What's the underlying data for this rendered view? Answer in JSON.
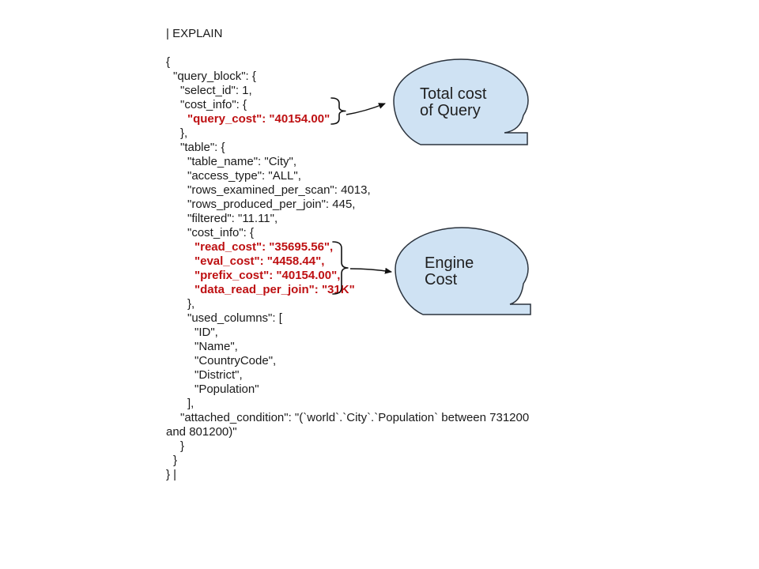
{
  "header": {
    "label": "| EXPLAIN"
  },
  "code": {
    "lines": [
      {
        "text": "{",
        "indent": 0,
        "red": false
      },
      {
        "text": "\"query_block\": {",
        "indent": 1,
        "red": false
      },
      {
        "text": "\"select_id\": 1,",
        "indent": 2,
        "red": false
      },
      {
        "text": "\"cost_info\": {",
        "indent": 2,
        "red": false
      },
      {
        "text": "\"query_cost\": \"40154.00\"",
        "indent": 3,
        "red": true
      },
      {
        "text": "},",
        "indent": 2,
        "red": false
      },
      {
        "text": "\"table\": {",
        "indent": 2,
        "red": false
      },
      {
        "text": "\"table_name\": \"City\",",
        "indent": 3,
        "red": false
      },
      {
        "text": "\"access_type\": \"ALL\",",
        "indent": 3,
        "red": false
      },
      {
        "text": "\"rows_examined_per_scan\": 4013,",
        "indent": 3,
        "red": false
      },
      {
        "text": "\"rows_produced_per_join\": 445,",
        "indent": 3,
        "red": false
      },
      {
        "text": "\"filtered\": \"11.11\",",
        "indent": 3,
        "red": false
      },
      {
        "text": "\"cost_info\": {",
        "indent": 3,
        "red": false
      },
      {
        "text": "\"read_cost\": \"35695.56\",",
        "indent": 4,
        "red": true
      },
      {
        "text": "\"eval_cost\": \"4458.44\",",
        "indent": 4,
        "red": true
      },
      {
        "text": "\"prefix_cost\": \"40154.00\",",
        "indent": 4,
        "red": true
      },
      {
        "text": "\"data_read_per_join\": \"31K\"",
        "indent": 4,
        "red": true
      },
      {
        "text": "},",
        "indent": 3,
        "red": false
      },
      {
        "text": "\"used_columns\": [",
        "indent": 3,
        "red": false
      },
      {
        "text": "\"ID\",",
        "indent": 4,
        "red": false
      },
      {
        "text": "\"Name\",",
        "indent": 4,
        "red": false
      },
      {
        "text": "\"CountryCode\",",
        "indent": 4,
        "red": false
      },
      {
        "text": "\"District\",",
        "indent": 4,
        "red": false
      },
      {
        "text": "\"Population\"",
        "indent": 4,
        "red": false
      },
      {
        "text": "],",
        "indent": 3,
        "red": false
      },
      {
        "text": "\"attached_condition\": \"(`world`.`City`.`Population` between 731200",
        "indent": 2,
        "red": false
      },
      {
        "text": "and 801200)\"",
        "indent": 0,
        "red": false
      },
      {
        "text": "}",
        "indent": 2,
        "red": false
      },
      {
        "text": "}",
        "indent": 1,
        "red": false
      },
      {
        "text": "} |",
        "indent": 0,
        "red": false
      }
    ]
  },
  "bubbles": [
    {
      "name": "total-cost",
      "lines": [
        "Total cost",
        "of Query"
      ]
    },
    {
      "name": "engine-cost",
      "lines": [
        "Engine",
        "Cost"
      ]
    }
  ],
  "colors": {
    "red_text": "#be1012",
    "bubble_fill": "#cfe2f3",
    "bubble_stroke": "#2b333d",
    "ink": "#111111"
  }
}
